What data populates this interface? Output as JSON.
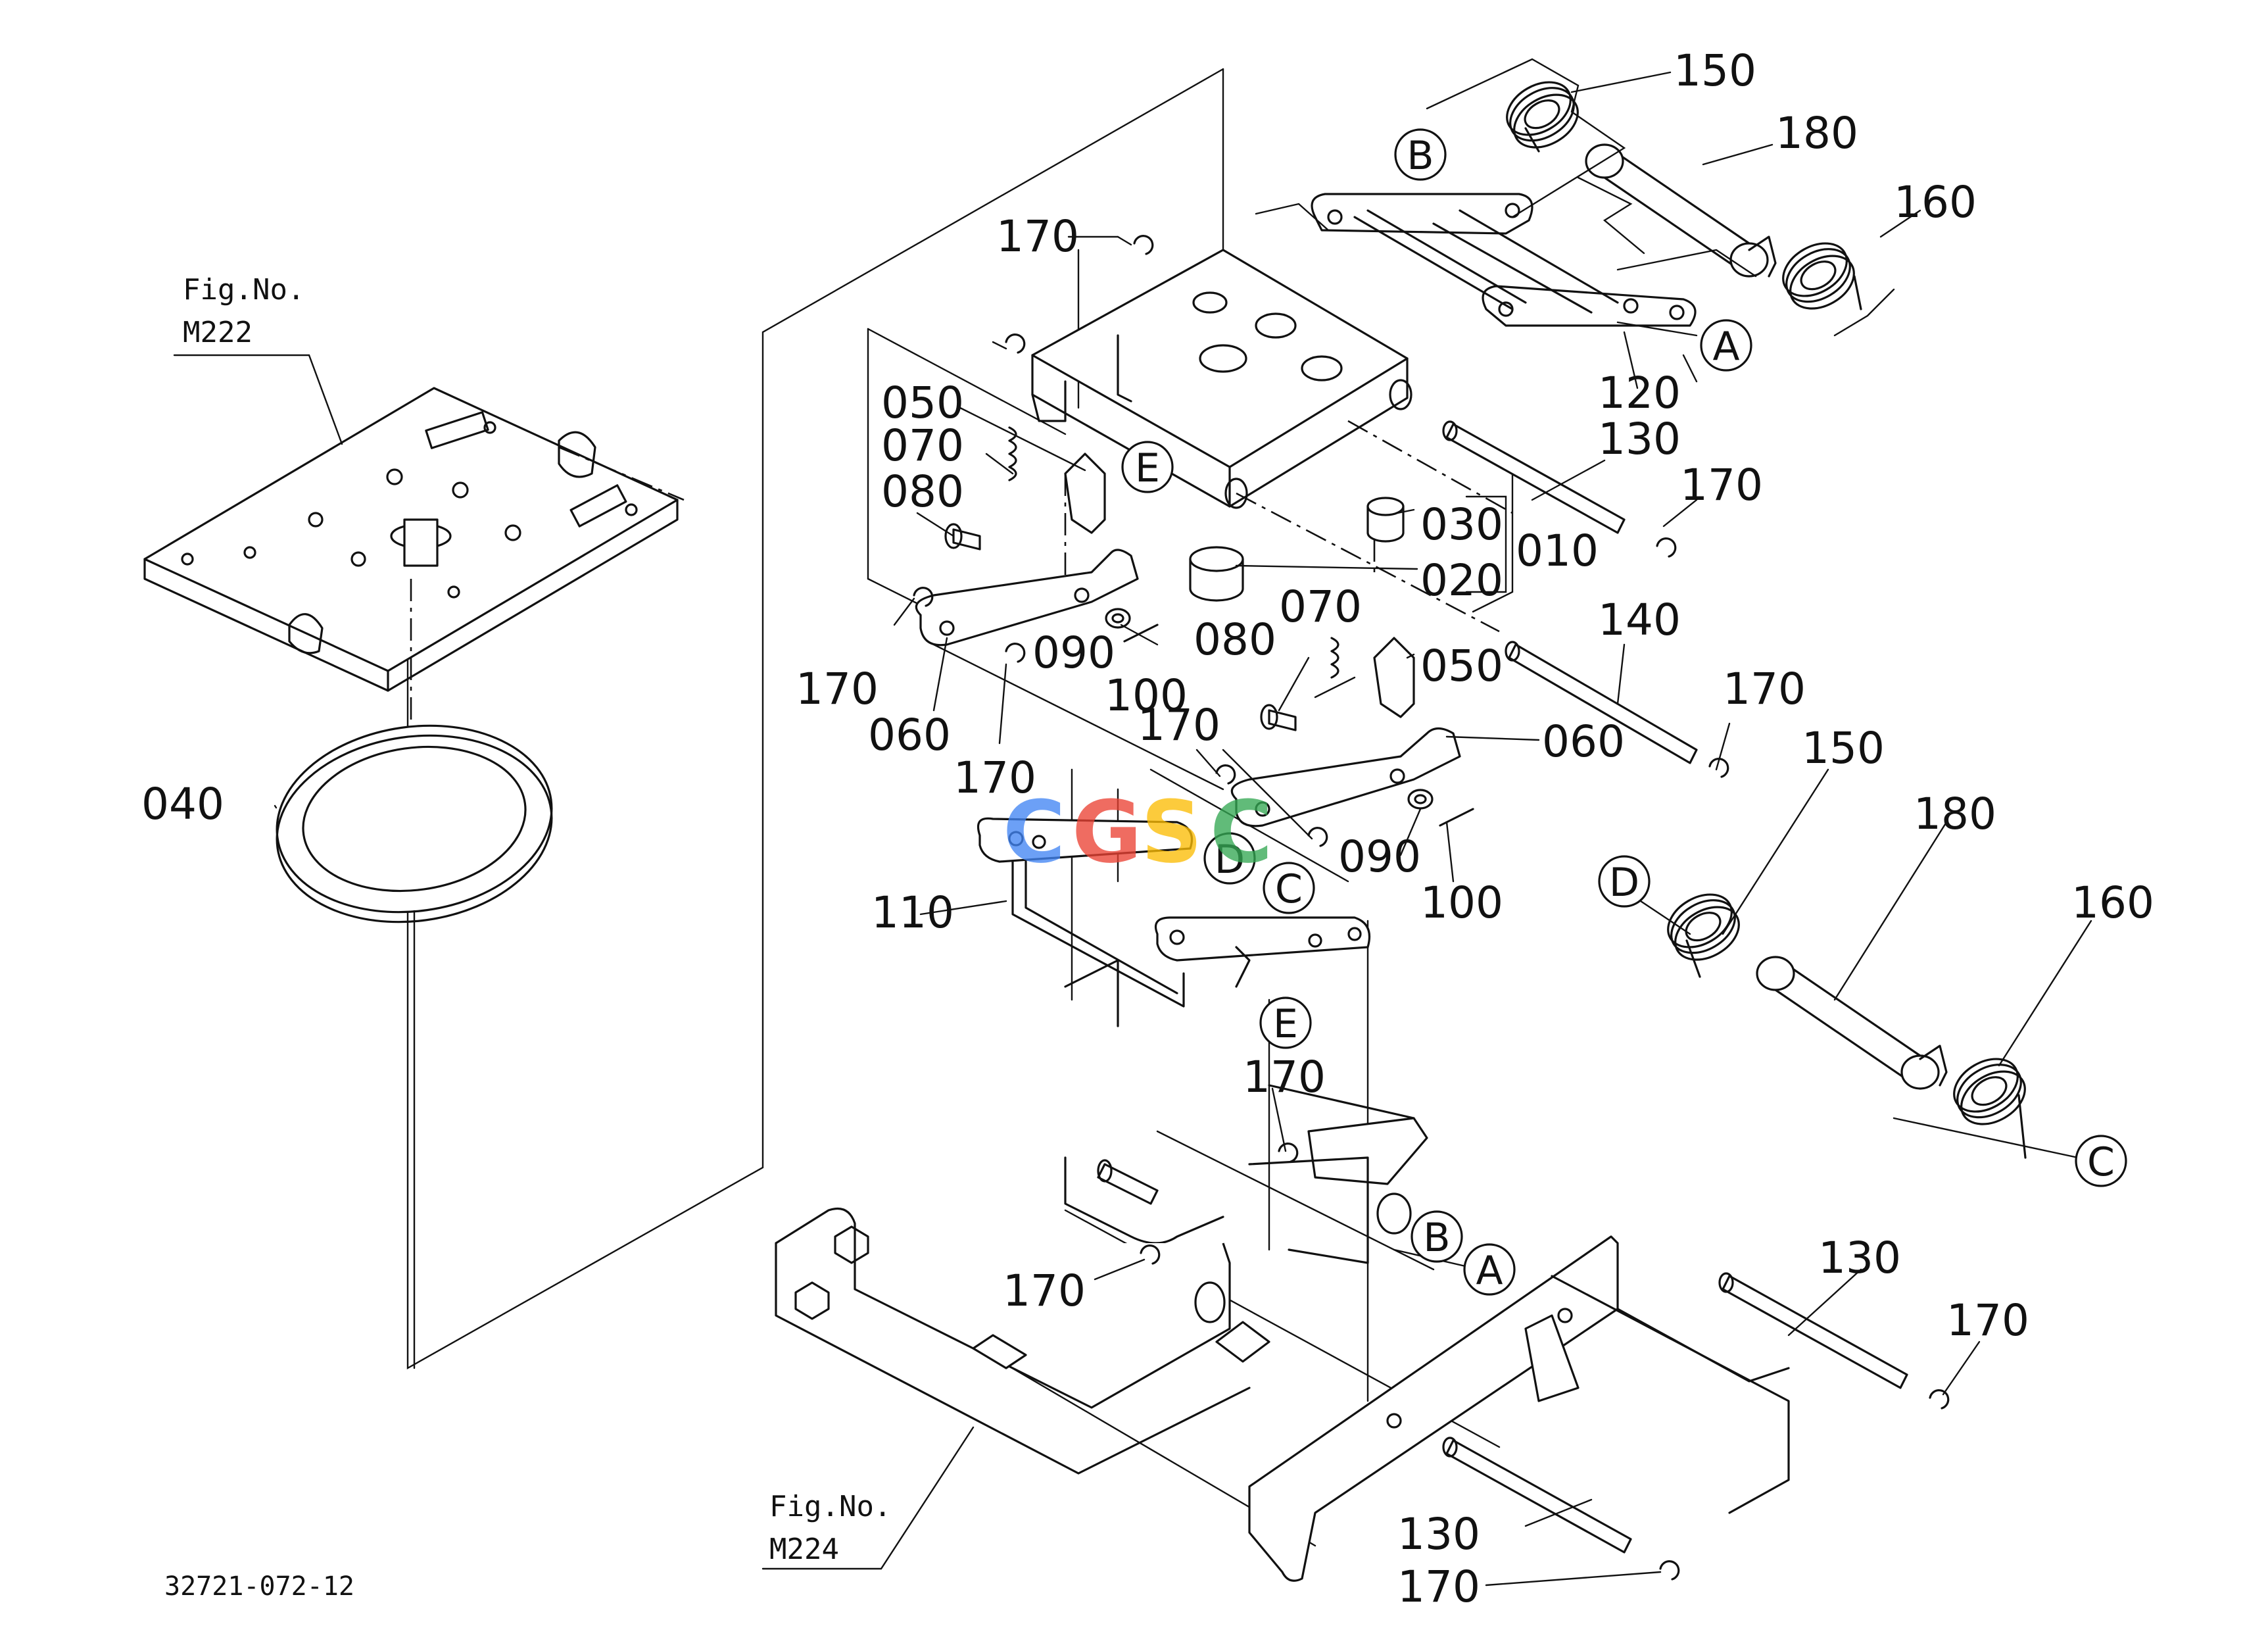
{
  "figure_refs": [
    {
      "id": "m222",
      "line1": "Fig.No.",
      "line2": "M222"
    },
    {
      "id": "m224",
      "line1": "Fig.No.",
      "line2": "M224"
    }
  ],
  "drawing_number": "32721-072-12",
  "watermark": {
    "letters": [
      "C",
      "G",
      "S",
      "C"
    ],
    "colors": [
      "#4285F4",
      "#EA4335",
      "#FBBC05",
      "#34A853"
    ]
  },
  "callouts": [
    {
      "key": "a1",
      "text": "A"
    },
    {
      "key": "b1",
      "text": "B"
    },
    {
      "key": "e1",
      "text": "E"
    },
    {
      "key": "d1",
      "text": "D"
    },
    {
      "key": "c1",
      "text": "C"
    },
    {
      "key": "e2",
      "text": "E"
    },
    {
      "key": "d2",
      "text": "D"
    },
    {
      "key": "c2",
      "text": "C"
    },
    {
      "key": "b2",
      "text": "B"
    },
    {
      "key": "a2",
      "text": "A"
    }
  ],
  "part_labels": [
    {
      "key": "p150a",
      "text": "150"
    },
    {
      "key": "p180a",
      "text": "180"
    },
    {
      "key": "p160a",
      "text": "160"
    },
    {
      "key": "p170a",
      "text": "170"
    },
    {
      "key": "p120",
      "text": "120"
    },
    {
      "key": "p130a",
      "text": "130"
    },
    {
      "key": "p170b",
      "text": "170"
    },
    {
      "key": "p050a",
      "text": "050"
    },
    {
      "key": "p070a",
      "text": "070"
    },
    {
      "key": "p080a",
      "text": "080"
    },
    {
      "key": "p030",
      "text": "030"
    },
    {
      "key": "p010",
      "text": "010"
    },
    {
      "key": "p020",
      "text": "020"
    },
    {
      "key": "p170c",
      "text": "170"
    },
    {
      "key": "p090a",
      "text": "090"
    },
    {
      "key": "p100a",
      "text": "100"
    },
    {
      "key": "p060a",
      "text": "060"
    },
    {
      "key": "p170d",
      "text": "170"
    },
    {
      "key": "p080b",
      "text": "080"
    },
    {
      "key": "p070b",
      "text": "070"
    },
    {
      "key": "p050b",
      "text": "050"
    },
    {
      "key": "p140",
      "text": "140"
    },
    {
      "key": "p170e",
      "text": "170"
    },
    {
      "key": "p170f",
      "text": "170"
    },
    {
      "key": "p060b",
      "text": "060"
    },
    {
      "key": "p090b",
      "text": "090"
    },
    {
      "key": "p100b",
      "text": "100"
    },
    {
      "key": "p150b",
      "text": "150"
    },
    {
      "key": "p180b",
      "text": "180"
    },
    {
      "key": "p160b",
      "text": "160"
    },
    {
      "key": "p040",
      "text": "040"
    },
    {
      "key": "p110",
      "text": "110"
    },
    {
      "key": "p170g",
      "text": "170"
    },
    {
      "key": "p170h",
      "text": "170"
    },
    {
      "key": "p130b",
      "text": "130"
    },
    {
      "key": "p170i",
      "text": "170"
    },
    {
      "key": "p130c",
      "text": "130"
    },
    {
      "key": "p170j",
      "text": "170"
    }
  ]
}
